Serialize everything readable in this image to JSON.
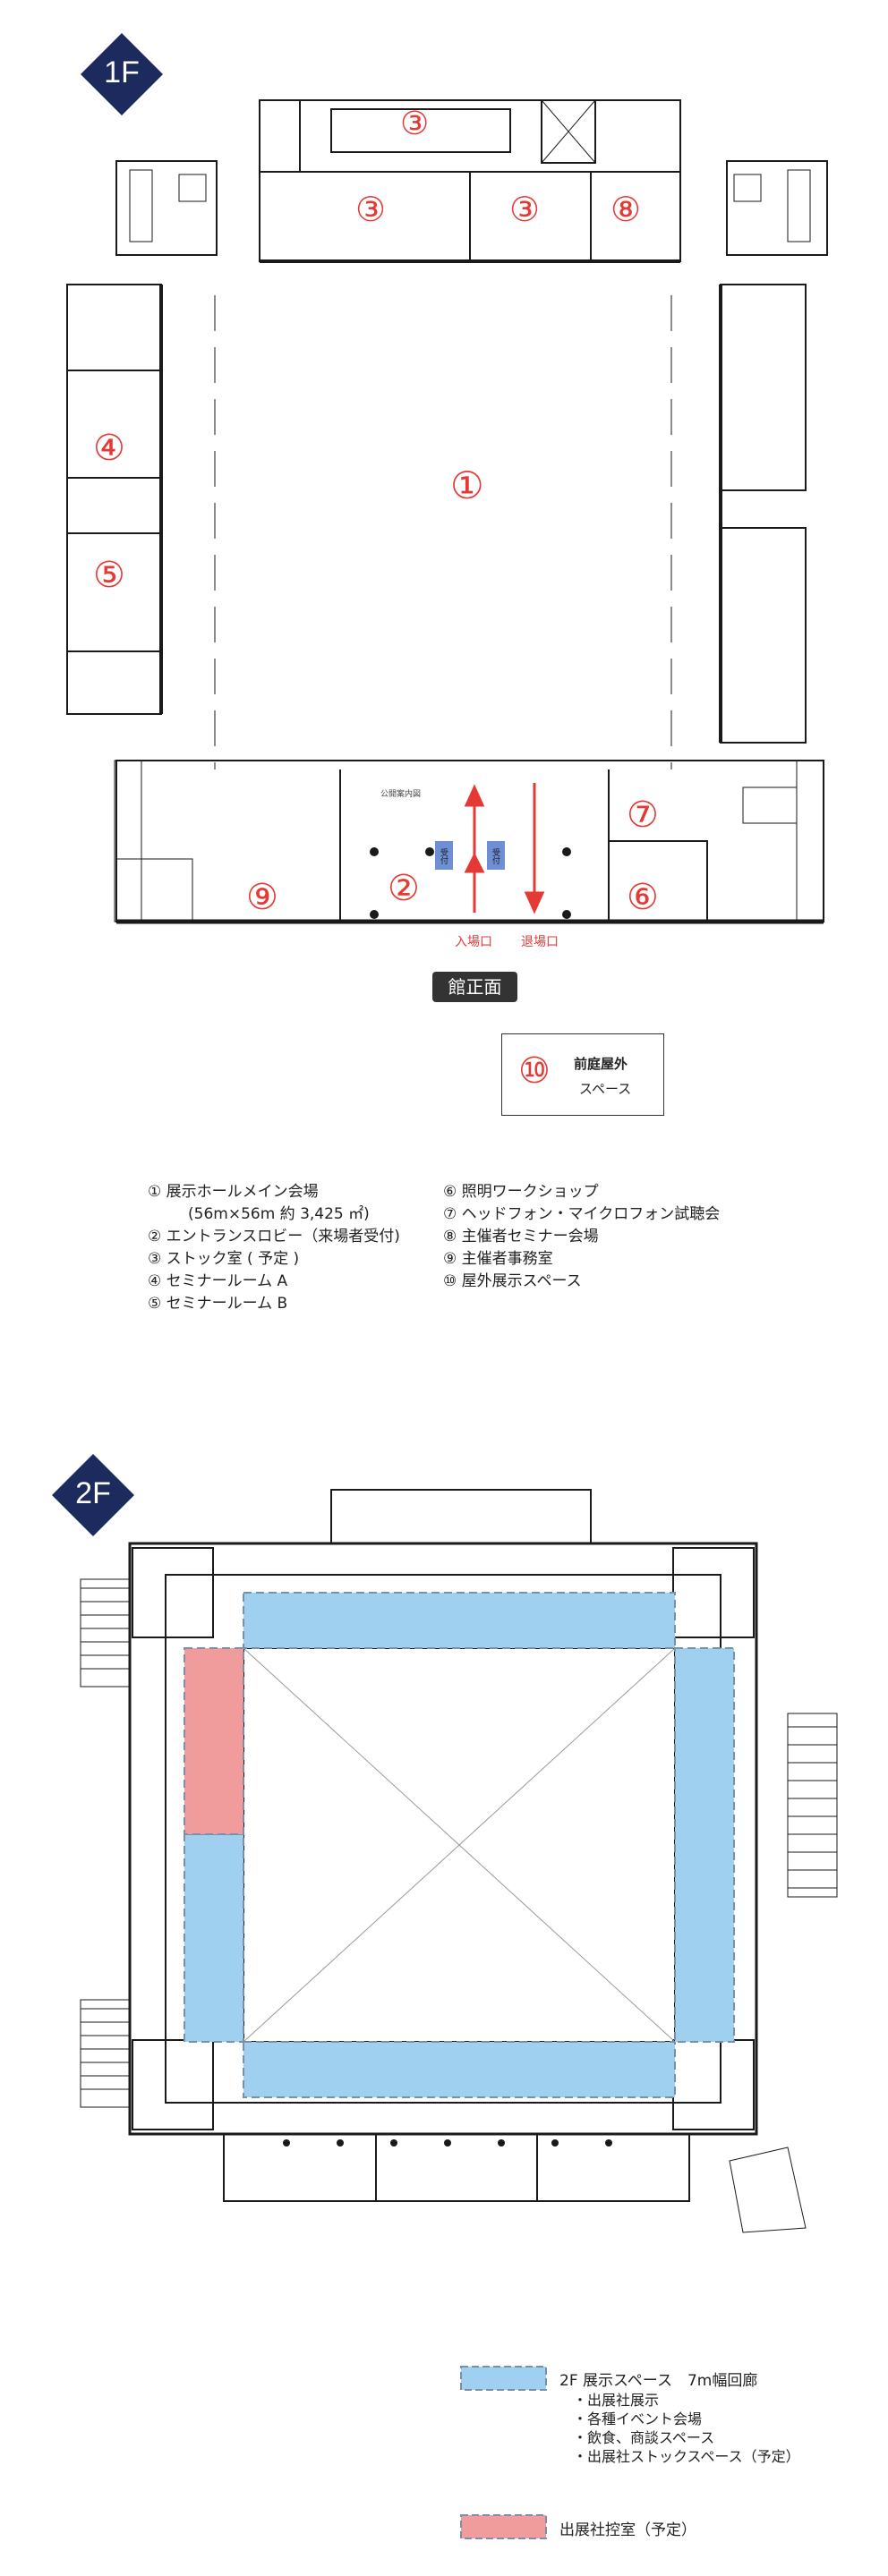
{
  "floor1": {
    "badge": "1F",
    "rooms": {
      "r1": "①",
      "r2": "②",
      "r3a": "③",
      "r3b": "③",
      "r3c": "③",
      "r4": "④",
      "r5": "⑤",
      "r6": "⑥",
      "r7": "⑦",
      "r8": "⑧",
      "r9": "⑨"
    },
    "entrance_label": "入場口",
    "exit_label": "退場口",
    "reception_left": "受付",
    "reception_right": "受付",
    "small_room_label": "公開案内図",
    "front_label": "館正面",
    "outdoor": {
      "number": "⑩",
      "line1": "前庭屋外",
      "line2": "スペース"
    },
    "colors": {
      "red": "#e53935",
      "navy": "#1c2a5e",
      "reception": "#6e8fd6"
    }
  },
  "legend": {
    "left": [
      "① 展示ホールメイン会場",
      "(56m×56m 約 3,425 ㎡)",
      "② エントランスロビー（来場者受付)",
      "③ ストック室 ( 予定 )",
      "④ セミナールーム A",
      "⑤ セミナールーム B"
    ],
    "right": [
      "⑥ 照明ワークショップ",
      "⑦ ヘッドフォン・マイクロフォン試聴会",
      "⑧ 主催者セミナー会場",
      "⑨ 主催者事務室",
      "⑩ 屋外展示スペース"
    ]
  },
  "floor2": {
    "badge": "2F",
    "colors": {
      "blue": "#9fd0f0",
      "pink": "#f19c9c",
      "dash": "#7a8fa8"
    }
  },
  "key": {
    "blue": {
      "title": "2F 展示スペース　7m幅回廊",
      "items": [
        "・出展社展示",
        "・各種イベント会場",
        "・飲食、商談スペース",
        "・出展社ストックスペース（予定）"
      ]
    },
    "pink": {
      "title": "出展社控室（予定）"
    }
  }
}
